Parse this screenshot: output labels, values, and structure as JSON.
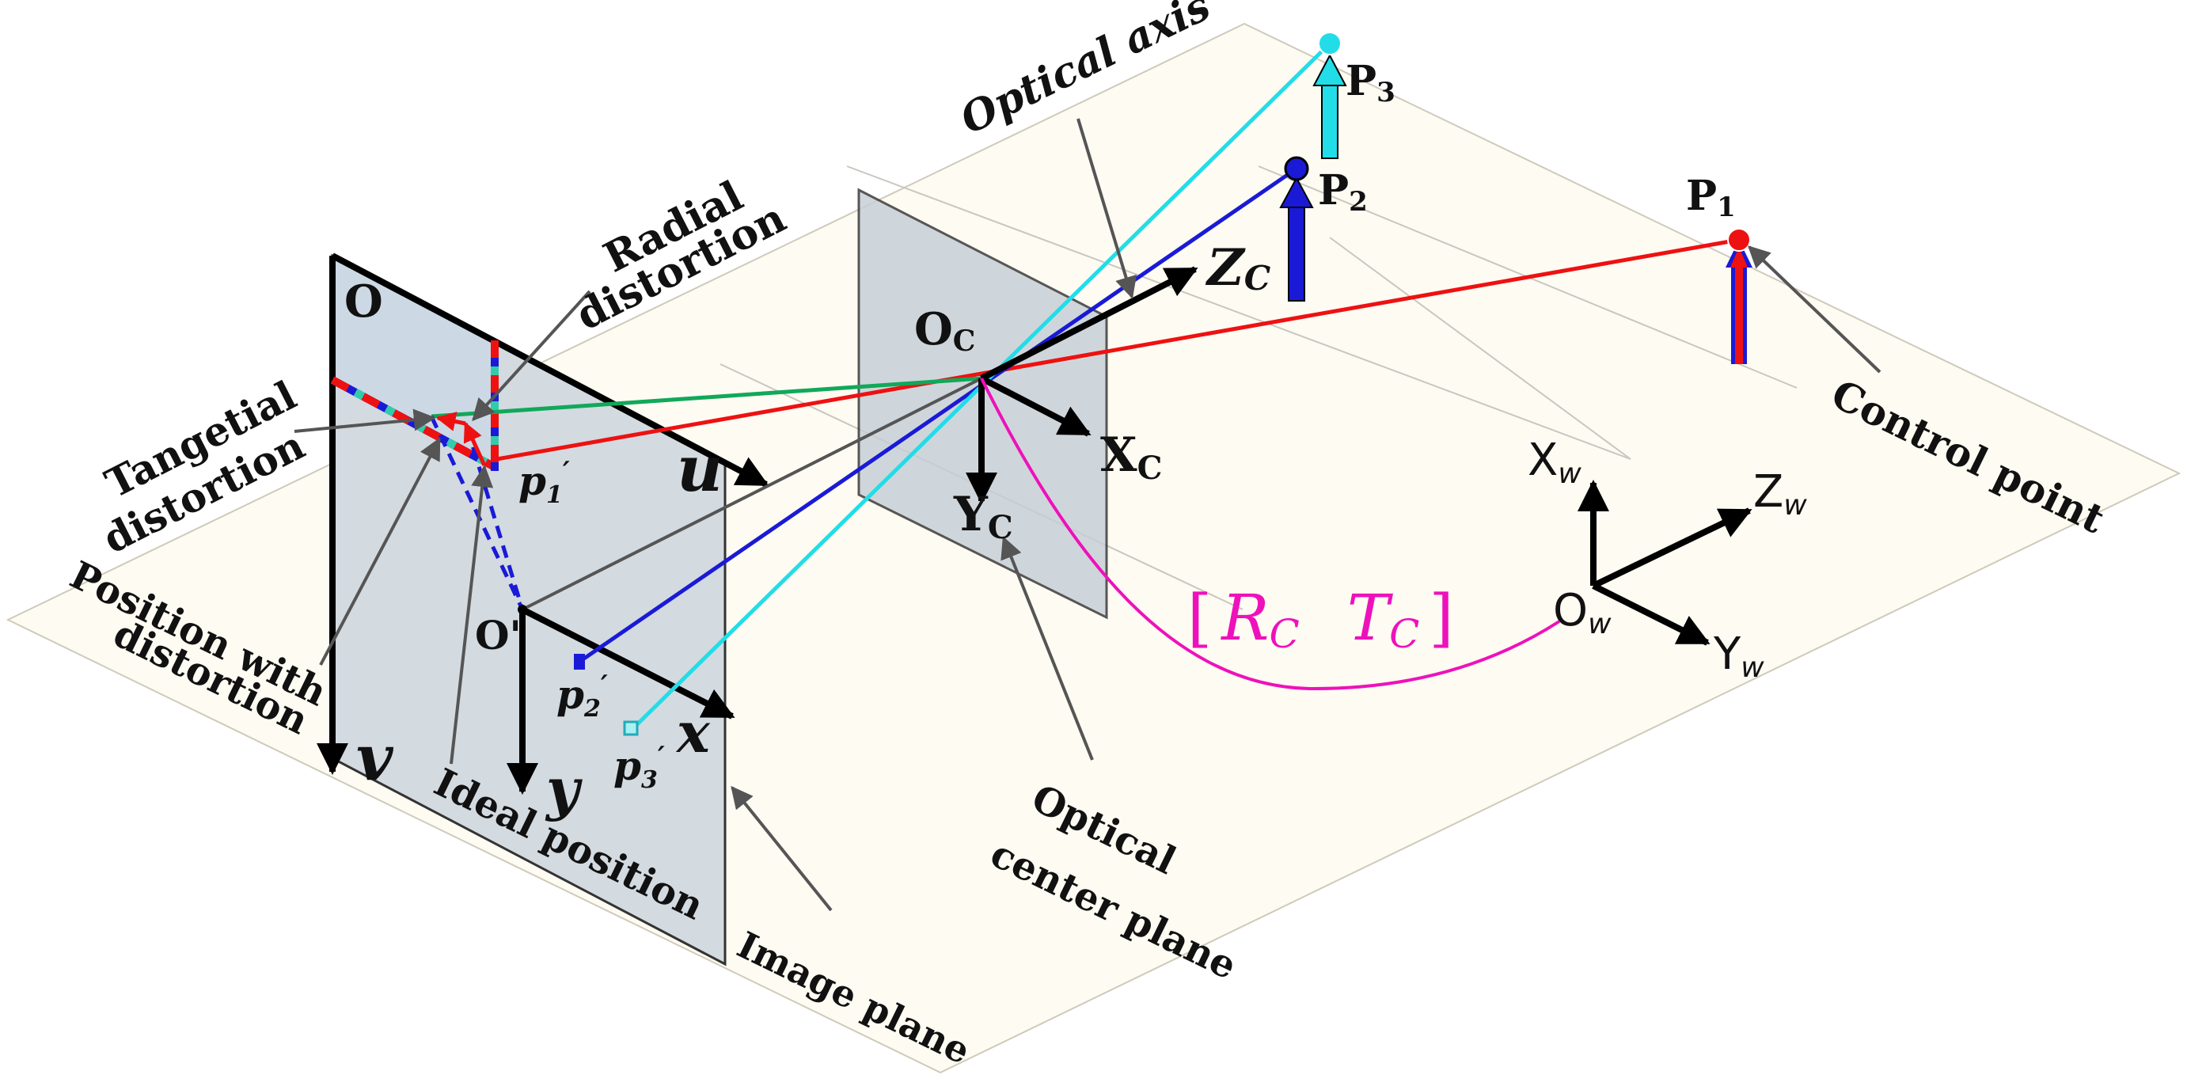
{
  "labels": {
    "optical_axis": "Optical axis",
    "radial_1": "Radial",
    "radial_2": "distortion",
    "tangential_1": "Tangetial",
    "tangential_2": "distortion",
    "pos_dist_1": "Position with",
    "pos_dist_2": "distortion",
    "ideal_position": "Ideal position",
    "image_plane": "Image plane",
    "optical_center_1": "Optical",
    "optical_center_2": "center plane",
    "control_point": "Control point"
  },
  "axes": {
    "u": "u",
    "v": "v",
    "x": "x",
    "y": "y",
    "O": "O",
    "O_prime": "O'",
    "Oc_main": "O",
    "Oc_sub": "C",
    "Zc_main": "Z",
    "Zc_sub": "C",
    "Xc_main": "X",
    "Xc_sub": "C",
    "Yc_main": "Y",
    "Yc_sub": "C",
    "Xw_main": "X",
    "Xw_sub": "w",
    "Yw_main": "Y",
    "Yw_sub": "w",
    "Zw_main": "Z",
    "Zw_sub": "w",
    "Ow_main": "O",
    "Ow_sub": "w"
  },
  "points": {
    "P1_main": "P",
    "P1_sub": "1",
    "P2_main": "P",
    "P2_sub": "2",
    "P3_main": "P",
    "P3_sub": "3",
    "p1_main": "p",
    "p1_sub": "1",
    "p1_prime": "′",
    "p2_main": "p",
    "p2_sub": "2",
    "p2_prime": "′",
    "p3_main": "p",
    "p3_sub": "3",
    "p3_prime": "′"
  },
  "transform": {
    "bracket_open": "[",
    "R_main": "R",
    "R_sub": "C",
    "T_main": "T",
    "T_sub": "C",
    "bracket_close": "]"
  },
  "colors": {
    "p1": "#ee1111",
    "p2": "#1a1ad6",
    "p3": "#22dde8",
    "green_ray": "#11a85a",
    "transform": "#ee11bb",
    "ground": "#fdfbf2",
    "plane": "#d3dae0"
  }
}
